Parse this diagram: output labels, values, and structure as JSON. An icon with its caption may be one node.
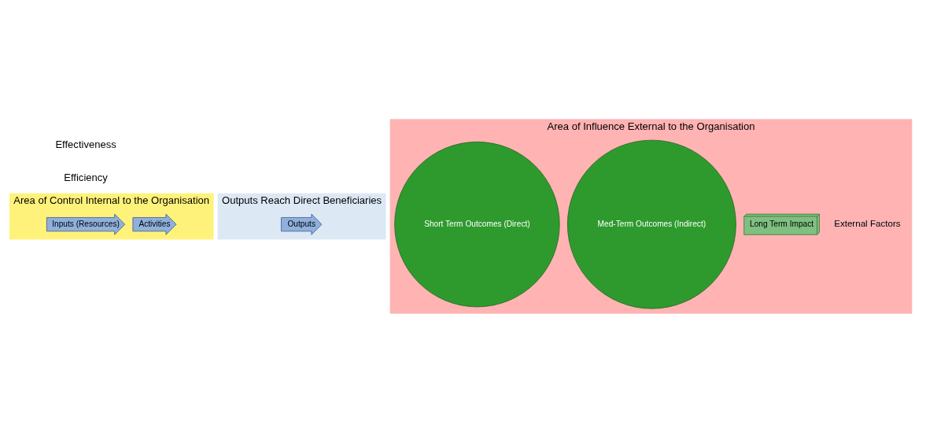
{
  "diagram": {
    "nodes": [
      {
        "text": [
          "Area of Control Internal to the Organisation"
        ]
      },
      {
        "text": [
          "Inputs (Resources)"
        ],
        "in": 0
      },
      {
        "text": [
          "Activities"
        ],
        "in": 0
      },
      {
        "text": [
          "Outputs Reach Direct Beneficiaries"
        ]
      },
      {
        "text": [
          "Outputs"
        ],
        "in": 3
      },
      {
        "text": [
          "Area of Influence External to the Organisation"
        ]
      },
      {
        "text": [
          "Short Term Outcomes (Direct)"
        ],
        "in": 5
      },
      {
        "text": [
          "Med-Term Outcomes (Indirect)"
        ],
        "in": 5
      },
      {
        "text": [
          "Long Term Impact"
        ],
        "in": 5
      }
    ],
    "edges": [],
    "labels": [
      "External Factors",
      "Efficiency",
      "Effectiveness"
    ]
  }
}
